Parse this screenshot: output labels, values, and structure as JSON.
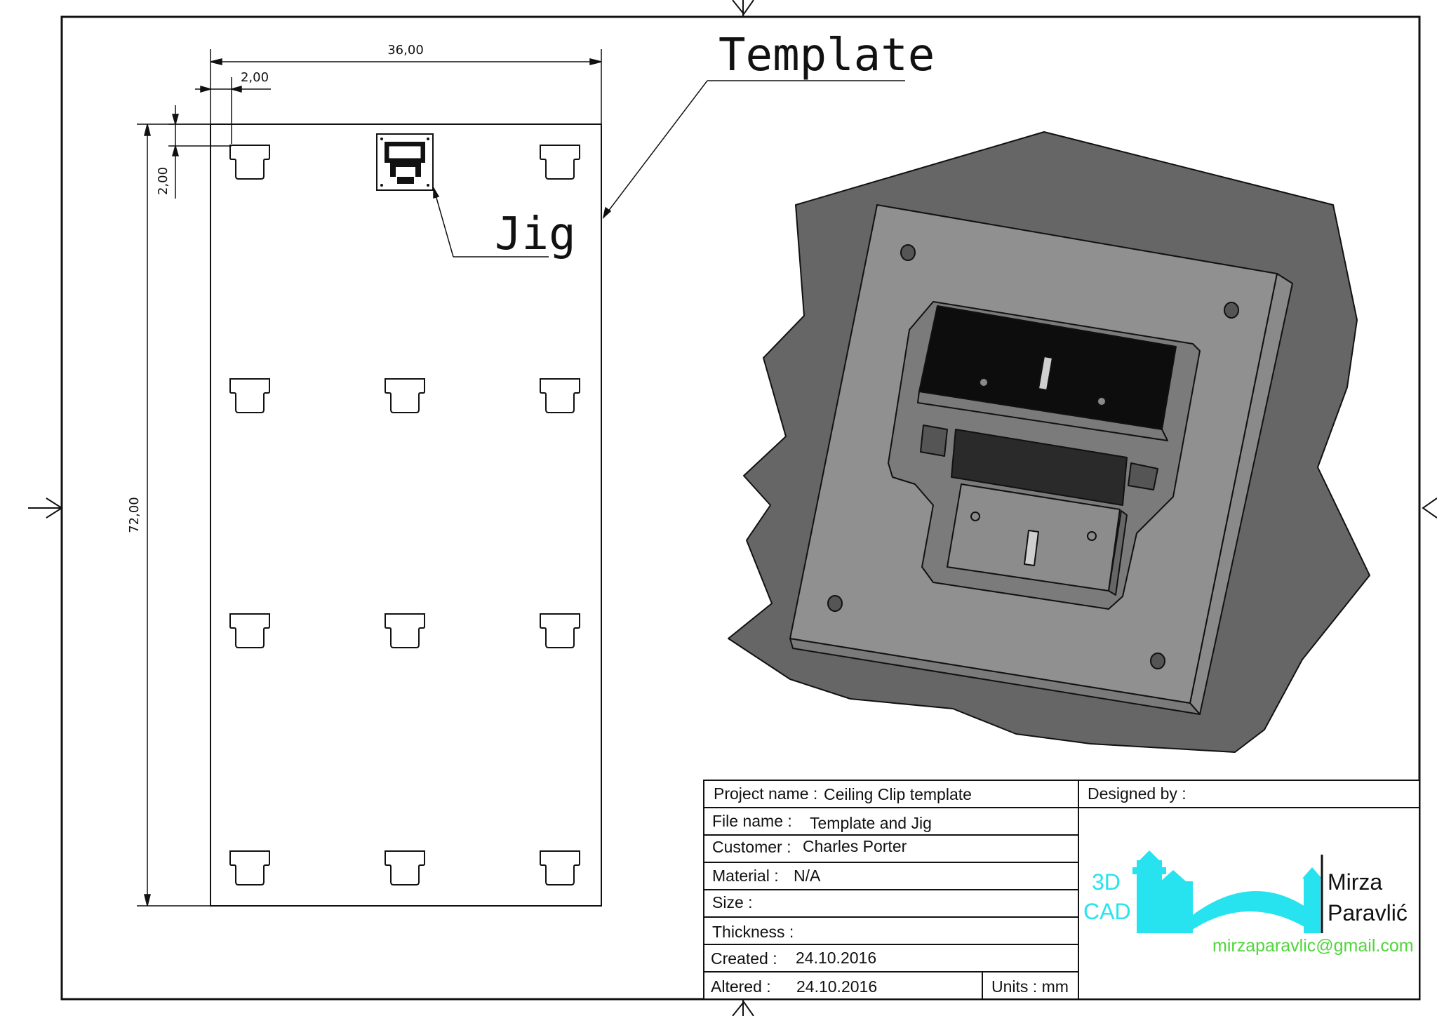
{
  "drawing": {
    "callouts": {
      "template": "Template",
      "jig": "Jig"
    },
    "dimensions": {
      "width_total": "36,00",
      "offset_x": "2,00",
      "offset_y": "2,00",
      "height_total": "72,00"
    }
  },
  "title_block": {
    "project_name_label": "Project name :",
    "project_name_value": "Ceiling Clip template",
    "designed_by_label": "Designed by :",
    "file_name_label": "File name :",
    "file_name_value": "Template and Jig",
    "customer_label": "Customer :",
    "customer_value": "Charles Porter",
    "material_label": "Material :",
    "material_value": "N/A",
    "size_label": "Size :",
    "thickness_label": "Thickness :",
    "created_label": "Created :",
    "created_value": "24.10.2016",
    "altered_label": "Altered :",
    "altered_value": "24.10.2016",
    "units_label": "Units : mm"
  },
  "logo": {
    "line1": "3D",
    "line2": "CAD",
    "name_first": "Mirza",
    "name_last": "Paravlić",
    "email": "mirzaparavlic@gmail.com",
    "colors": {
      "cyan": "#27e3ef",
      "green": "#4fd63a",
      "text": "#111111"
    }
  }
}
